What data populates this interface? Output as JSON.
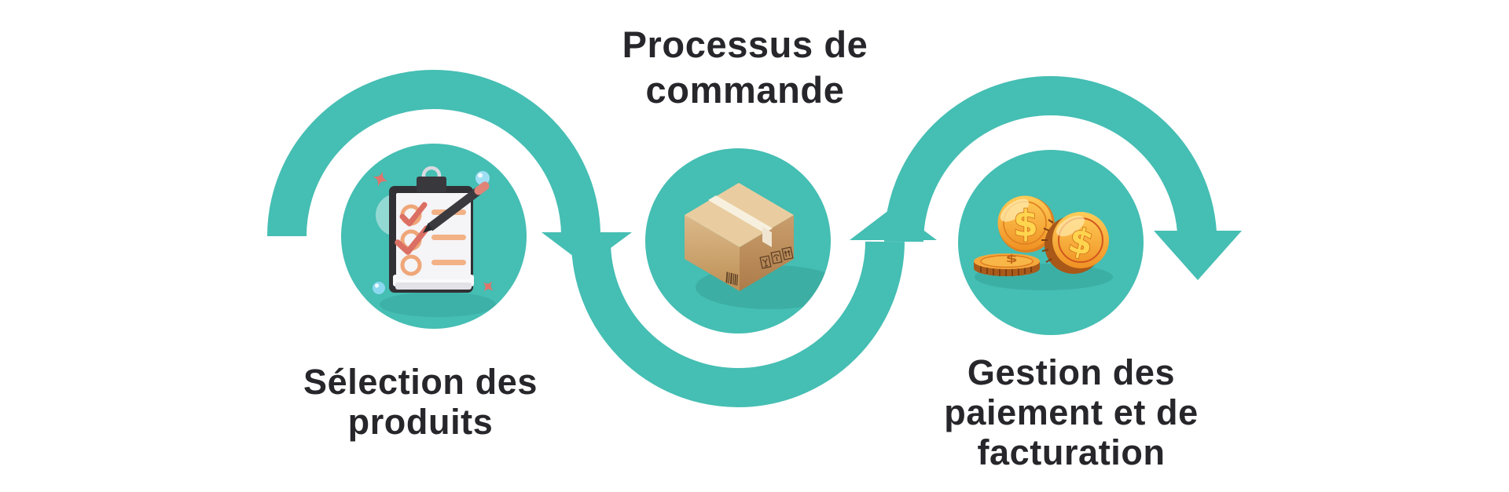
{
  "title": "Processus de\ncommande",
  "steps": [
    {
      "name": "selection-des-produits",
      "label": "Sélection des\nproduits",
      "icon": "clipboard-checklist-icon"
    },
    {
      "name": "emballage-commande",
      "label": "",
      "icon": "package-box-icon"
    },
    {
      "name": "gestion-paiement-facturation",
      "label": "Gestion des\npaiement et de\nfacturation",
      "icon": "dollar-coins-icon"
    }
  ],
  "flow": {
    "shape": "s-curve-wave",
    "direction": "left-to-right",
    "arrowheads": [
      "down-between-step1-step2",
      "up-between-step2-step3",
      "down-at-end"
    ]
  },
  "colors": {
    "teal": "#45BEB3",
    "text": "#26262B",
    "background": "#FFFFFF",
    "coin_gold": "#F7A835",
    "coin_dollar": "#FFD44E",
    "box_cardboard": "#D9B587",
    "accent_coral": "#E0746B",
    "accent_blue": "#9FDFF4"
  }
}
